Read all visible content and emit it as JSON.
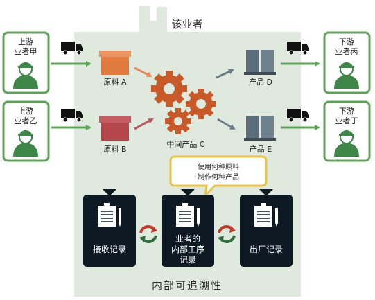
{
  "factory_title": "该业者",
  "bottom_title": "内部可追溯性",
  "suppliers": [
    {
      "line1": "上游",
      "line2": "业者甲"
    },
    {
      "line1": "上游",
      "line2": "业者乙"
    }
  ],
  "customers": [
    {
      "line1": "下游",
      "line2": "业者丙"
    },
    {
      "line1": "下游",
      "line2": "业者丁"
    }
  ],
  "materials": [
    "原料 A",
    "原料 B"
  ],
  "intermediate": "中间产品 C",
  "products": [
    "产品 D",
    "产品 E"
  ],
  "bubble": {
    "line1": "使用何种原料",
    "line2": "制作何种产品"
  },
  "records": {
    "receiving": "接收记录",
    "internal": {
      "line1": "业者的",
      "line2": "内部工序",
      "line3": "记录"
    },
    "shipping": "出厂记录"
  },
  "colors": {
    "factory_bg": "#dfe9dd",
    "green": "#5fa35a",
    "dark_green": "#2f6e3a",
    "box_orange": "#e07a3e",
    "box_red": "#b5464b",
    "gear": "#c75a28",
    "pallet": "#5c6e7a",
    "record_bg": "#0d1a24",
    "bubble_border": "#e8c547"
  }
}
